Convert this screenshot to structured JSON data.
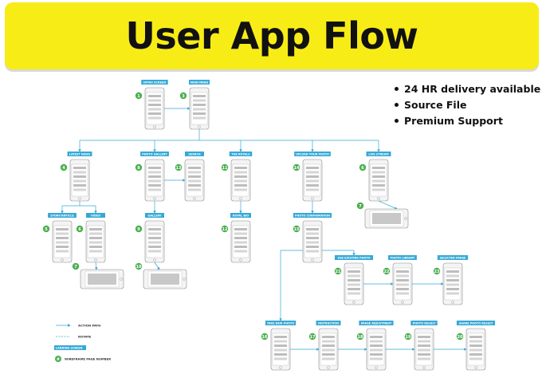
{
  "banner": {
    "title": "User App Flow"
  },
  "features": [
    "24 HR delivery available",
    "Source File",
    "Premium Support"
  ],
  "screens": {
    "intro": {
      "label": "INTRO SCREEN",
      "num": "1"
    },
    "main_menu": {
      "label": "MAIN MENU",
      "num": "3"
    },
    "latest_news": {
      "label": "LATEST NEWS",
      "num": "4"
    },
    "photo_gallery": {
      "label": "PHOTO GALLERY",
      "num": "8"
    },
    "search": {
      "label": "SEARCH",
      "num": "13"
    },
    "the_royals": {
      "label": "THE ROYALS",
      "num": "11"
    },
    "upload_photo": {
      "label": "UPLOAD YOUR PHOTO",
      "num": "14"
    },
    "live_stream": {
      "label": "LIVE STREAM",
      "num": "6"
    },
    "live_stream_full": {
      "num": "7"
    },
    "story_article": {
      "label": "STORY/ARTICLE",
      "num": "5"
    },
    "video": {
      "label": "VIDEO",
      "num": "6"
    },
    "video_full": {
      "num": "7"
    },
    "gallery": {
      "label": "GALLERY",
      "num": "9"
    },
    "gallery_full": {
      "num": "10"
    },
    "royal_bio": {
      "label": "ROYAL BIO",
      "num": "12"
    },
    "photo_confirmation": {
      "label": "PHOTO CONFIRMATION",
      "num": "15"
    },
    "take_new_photo": {
      "label": "TAKE NEW PHOTO",
      "num": "16"
    },
    "use_existing_photo": {
      "label": "USE EXISTING PHOTO",
      "num": "21"
    },
    "photo_library": {
      "label": "PHOTO LIBRARY",
      "num": "22"
    },
    "selected_image": {
      "label": "SELECTED IMAGE",
      "num": "23"
    },
    "instruction": {
      "label": "INSTRUCTION",
      "num": "17"
    },
    "image_adjustment": {
      "label": "IMAGE ADJUSTMENT",
      "num": "18"
    },
    "photo_result": {
      "label": "PHOTO RESULT",
      "num": "19"
    },
    "share_photo_result": {
      "label": "SHARE PHOTO RESULT",
      "num": "20"
    }
  },
  "legend": {
    "action_path": "ACTION PATH",
    "rotate": "ROTATE",
    "landing_screen": "LANDING SCREEN",
    "page_number": "WIREFRAME PAGE NUMBER",
    "page_number_sample": "#"
  },
  "colors": {
    "banner": "#f8ec16",
    "accent": "#35a9d6",
    "badge": "#4caf50"
  }
}
